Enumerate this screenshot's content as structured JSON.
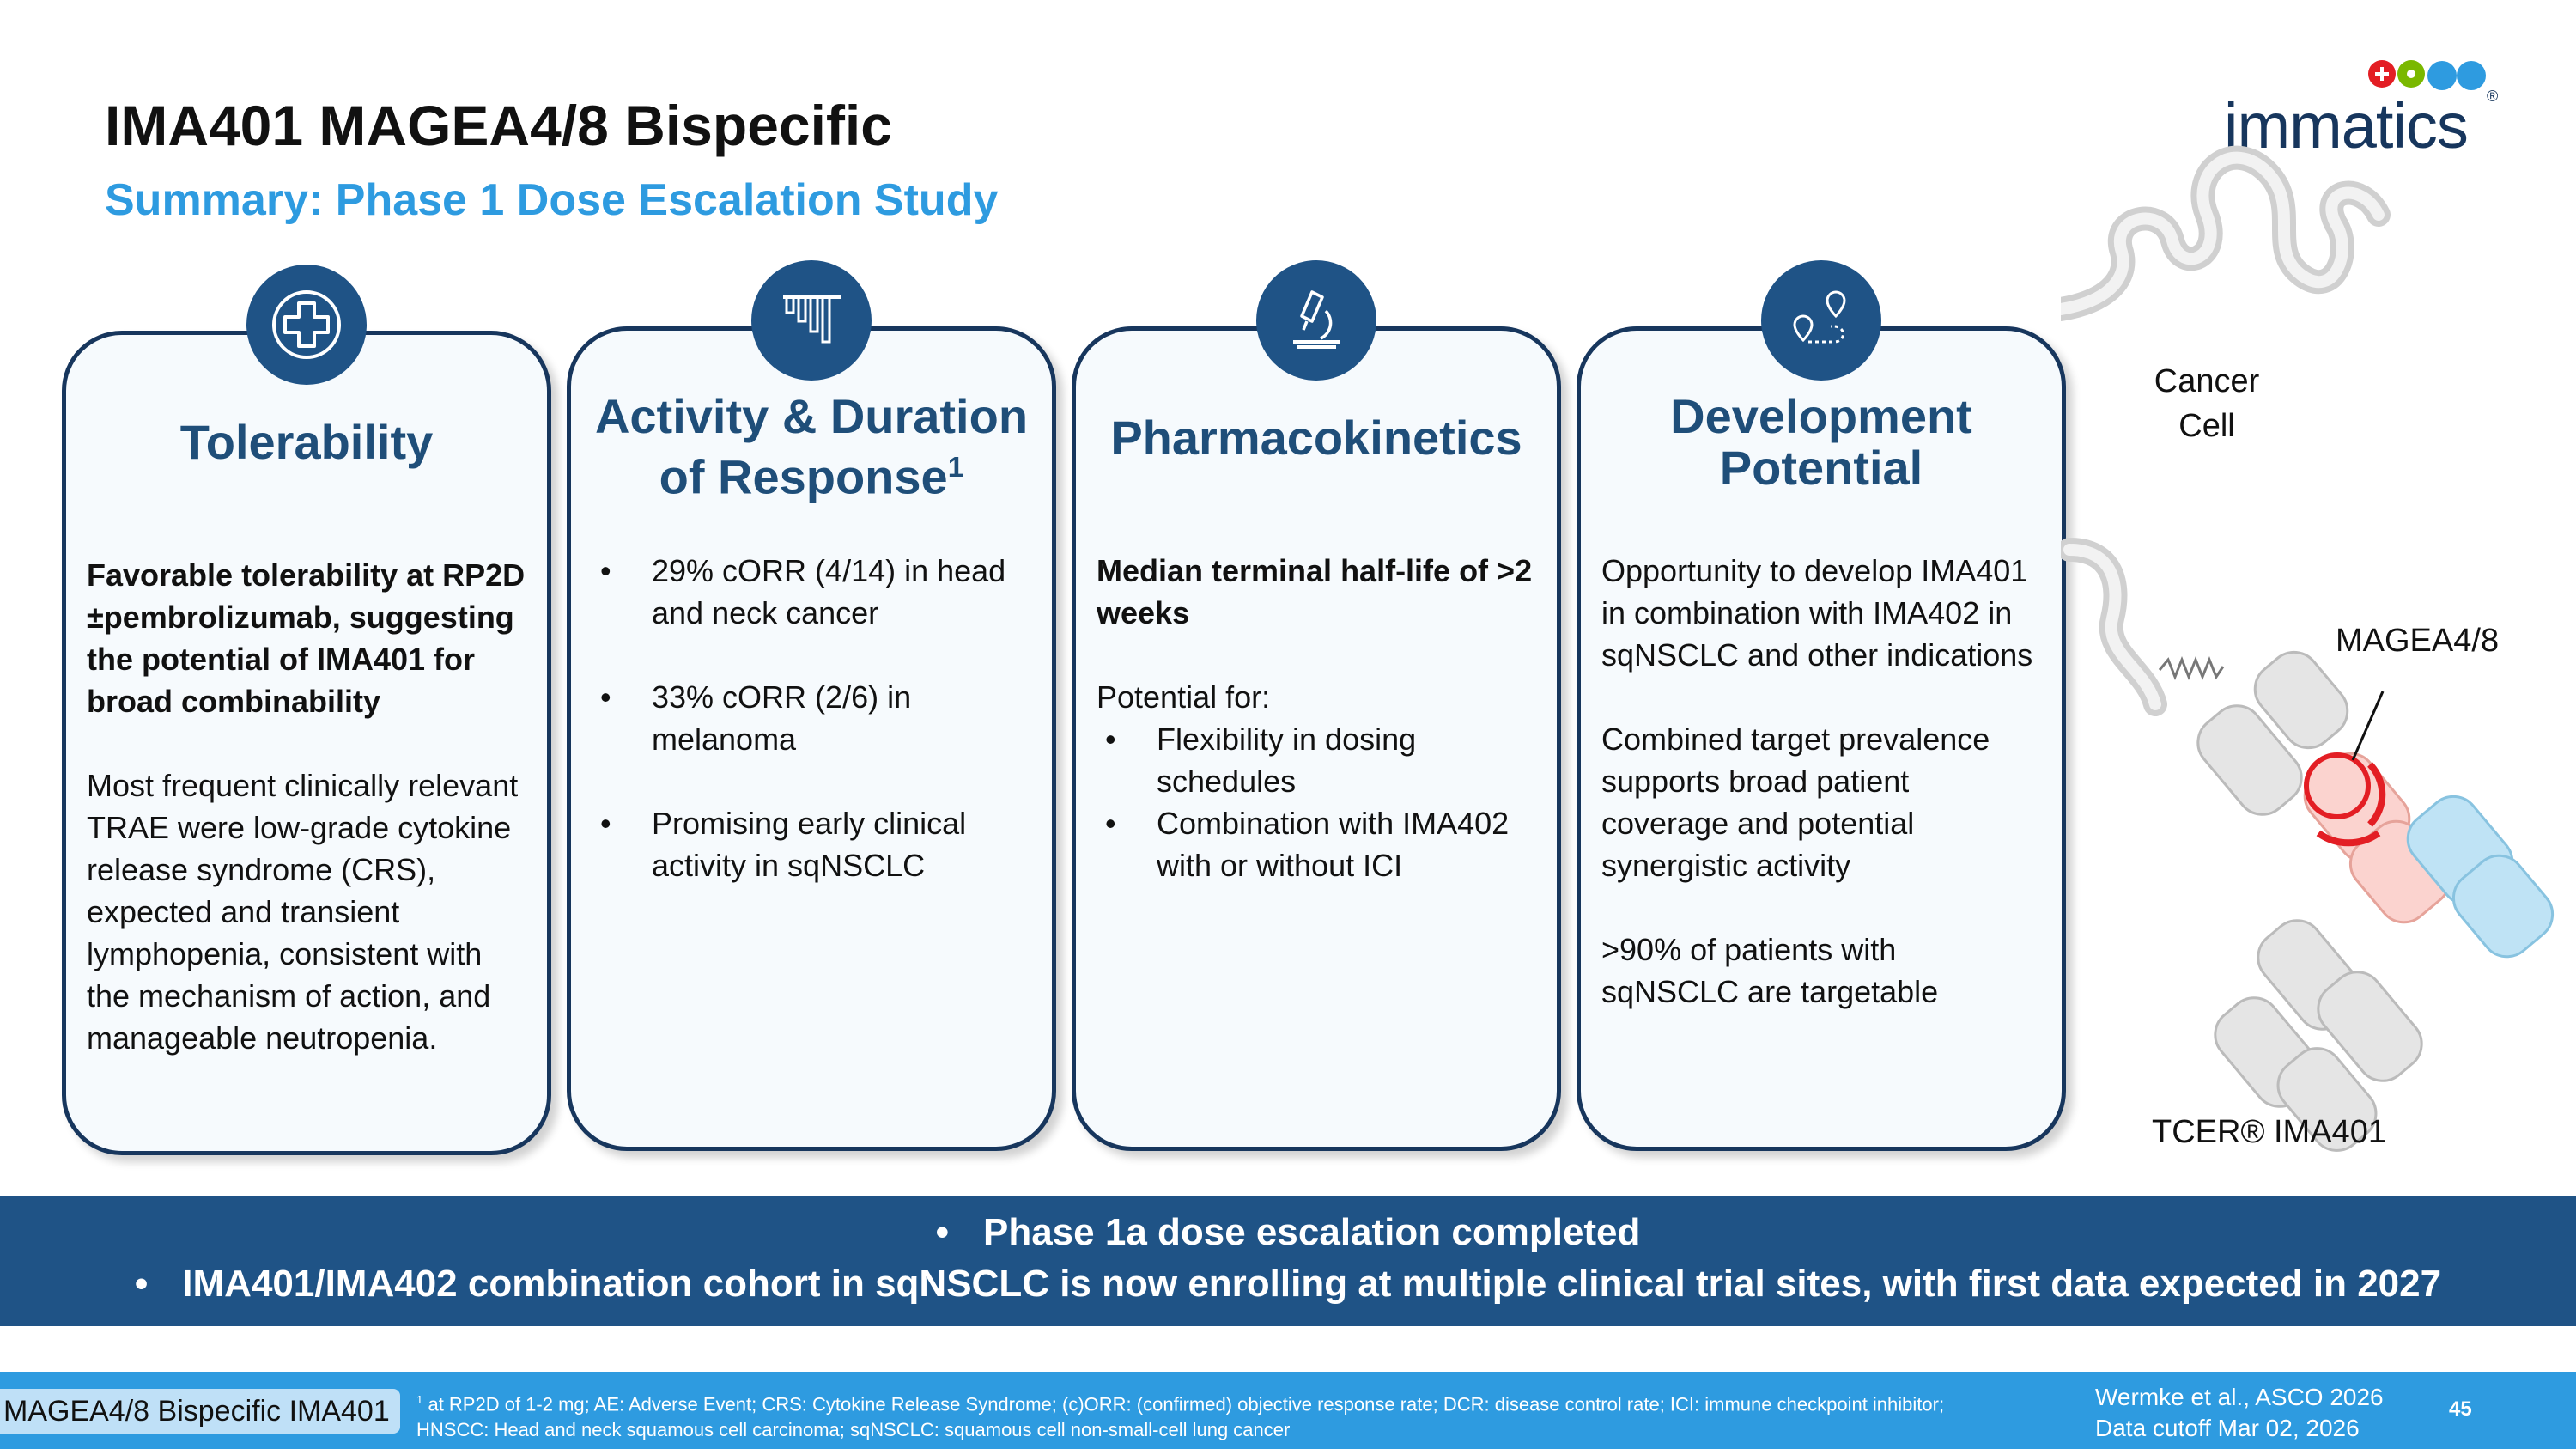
{
  "header": {
    "title": "IMA401 MAGEA4/8 Bispecific",
    "subtitle": "Summary: Phase 1 Dose Escalation Study"
  },
  "logo": {
    "text": "immatics",
    "registered": "®",
    "dot_colors": [
      "#E31E24",
      "#7AB800",
      "#2E9BE0",
      "#2E9BE0"
    ]
  },
  "cards": [
    {
      "icon": "medical-cross-icon",
      "title": "Tolerability",
      "body": {
        "bold": "Favorable tolerability at RP2D ±pembrolizumab, suggesting the potential of IMA401 for broad combinability",
        "text": "Most frequent clinically relevant TRAE were low-grade cytokine release syndrome (CRS), expected and transient lymphopenia, consistent with the mechanism of action, and manageable neutropenia."
      }
    },
    {
      "icon": "waterfall-chart-icon",
      "title_line1": "Activity & Duration",
      "title_line2": "of Response",
      "title_sup": "1",
      "bullets": [
        "29% cORR (4/14) in head and neck cancer",
        "33% cORR (2/6) in melanoma",
        "Promising early clinical activity in sqNSCLC"
      ]
    },
    {
      "icon": "microscope-icon",
      "title": "Pharmacokinetics",
      "body": {
        "bold": "Median terminal half-life of >2 weeks",
        "intro": "Potential for:",
        "bullets": [
          "Flexibility in dosing schedules",
          "Combination with IMA402 with or without ICI"
        ]
      }
    },
    {
      "icon": "route-map-icon",
      "title_line1": "Development",
      "title_line2": "Potential",
      "paragraphs": [
        "Opportunity to develop IMA401 in combination with IMA402 in sqNSCLC and other indications",
        "Combined target prevalence supports broad patient coverage and potential synergistic activity",
        ">90% of patients with sqNSCLC are targetable"
      ]
    }
  ],
  "diagram": {
    "cancer_cell_line1": "Cancer",
    "cancer_cell_line2": "Cell",
    "target_label": "MAGEA4/8",
    "molecule_label": "TCER® IMA401",
    "colors": {
      "membrane": "#BEBEBE",
      "target": "#E31E24",
      "target_fill": "#FBD3CF",
      "binder": "#BFE3F5",
      "scaffold": "#E5E5E5"
    }
  },
  "banner": {
    "bullet": "•",
    "line1": "Phase 1a dose escalation completed",
    "line2": "IMA401/IMA402 combination cohort in sqNSCLC is now enrolling at multiple clinical trial sites, with first data expected in 2027"
  },
  "footer": {
    "tag": "MAGEA4/8 Bispecific IMA401",
    "note_sup": "1",
    "note_line1": " at RP2D of 1-2 mg; AE: Adverse Event; CRS: Cytokine Release Syndrome; (c)ORR: (confirmed) objective response rate;  DCR: disease control rate; ICI: immune checkpoint inhibitor;",
    "note_line2": "HNSCC: Head and neck squamous cell carcinoma; sqNSCLC: squamous cell non-small-cell lung cancer",
    "reference_line1": "Wermke et al., ASCO 2026",
    "reference_line2": "Data cutoff Mar 02, 2026",
    "page_number": "45"
  },
  "colors": {
    "navy": "#17365D",
    "title_blue": "#1F4E79",
    "accent_blue": "#2E9BE0",
    "banner": "#1F5386"
  }
}
